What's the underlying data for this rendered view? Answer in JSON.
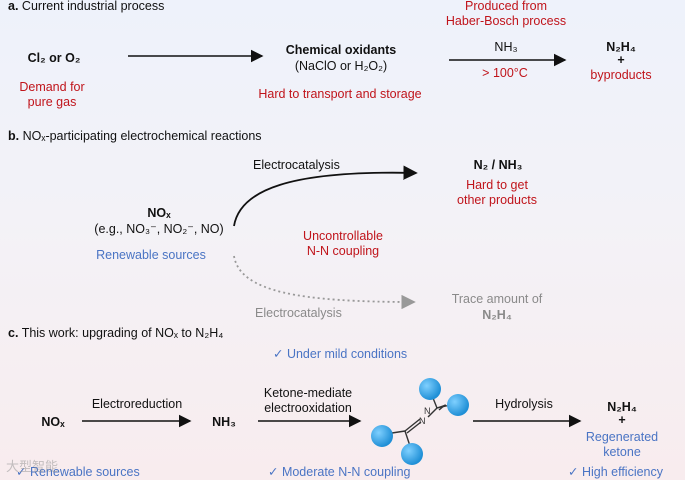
{
  "section_a": {
    "label": "a.",
    "title": "Current industrial process",
    "feed": "Cl₂ or O₂",
    "feed_note_1": "Demand for",
    "feed_note_2": "pure gas",
    "oxidants_title": "Chemical oxidants",
    "oxidants_sub": "(NaClO or H₂O₂)",
    "oxidants_note": "Hard to transport and storage",
    "haber_1": "Produced from",
    "haber_2": "Haber-Bosch process",
    "reagent": "NH₃",
    "condition": "> 100°C",
    "product": "N₂H₄",
    "plus": "+",
    "byproducts": "byproducts"
  },
  "section_b": {
    "label": "b.",
    "title": "NOₓ-participating electrochemical reactions",
    "nox": "NOₓ",
    "nox_examples": "(e.g., NO₃⁻, NO₂⁻, NO)",
    "renewable": "Renewable sources",
    "upper_catalysis": "Electrocatalysis",
    "upper_product": "N₂ / NH₃",
    "upper_note_1": "Hard to get",
    "upper_note_2": "other products",
    "middle_note_1": "Uncontrollable",
    "middle_note_2": "N-N coupling",
    "lower_catalysis": "Electrocatalysis",
    "lower_product_1": "Trace amount of",
    "lower_product_2": "N₂H₄"
  },
  "section_c": {
    "label": "c.",
    "title": "This work: upgrading of NOₓ to N₂H₄",
    "mild": "✓ Under mild conditions",
    "nox": "NOₓ",
    "step1": "Electroreduction",
    "nh3": "NH₃",
    "step2_1": "Ketone-mediate",
    "step2_2": "electrooxidation",
    "step3": "Hydrolysis",
    "product": "N₂H₄",
    "plus": "+",
    "regen_1": "Regenerated",
    "regen_2": "ketone",
    "renewable": "✓ Renewable sources",
    "moderate": "✓ Moderate N-N coupling",
    "efficiency": "✓ High efficiency"
  },
  "watermark": "大型智能",
  "colors": {
    "red": "#c0141b",
    "blue": "#4a74c4",
    "gray": "#8a8a8a",
    "molecule": "#2a9ee0"
  }
}
